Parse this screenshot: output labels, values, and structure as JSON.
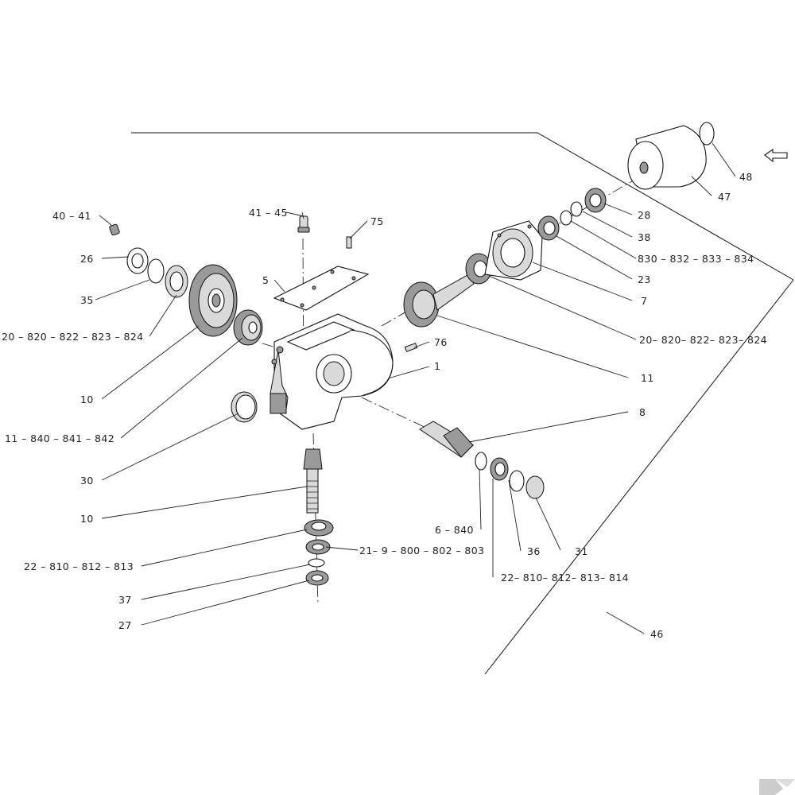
{
  "diagram": {
    "labels": {
      "l_40_41": "40 – 41",
      "l_41_45": "41 – 45",
      "l_75": "75",
      "l_26": "26",
      "l_35": "35",
      "l_5": "5",
      "l_20_left": "20 – 820 – 822 – 823 – 824",
      "l_10_top": "10",
      "l_11_840": "11 – 840 – 841 – 842",
      "l_30": "30",
      "l_10_bottom": "10",
      "l_22_left": "22 – 810 – 812 – 813",
      "l_21": "21– 9 – 800 – 802 – 803",
      "l_37": "37",
      "l_27": "27",
      "l_76": "76",
      "l_1": "1",
      "l_11_right": "11",
      "l_8": "8",
      "l_6_840": "6 – 840",
      "l_22_right": "22– 810– 812– 813– 814",
      "l_36": "36",
      "l_31": "31",
      "l_46": "46",
      "l_47": "47",
      "l_48": "48",
      "l_28": "28",
      "l_38": "38",
      "l_830": "830 – 832 – 833 – 834",
      "l_23": "23",
      "l_7": "7",
      "l_20_right": "20– 820– 822– 823– 824"
    }
  }
}
